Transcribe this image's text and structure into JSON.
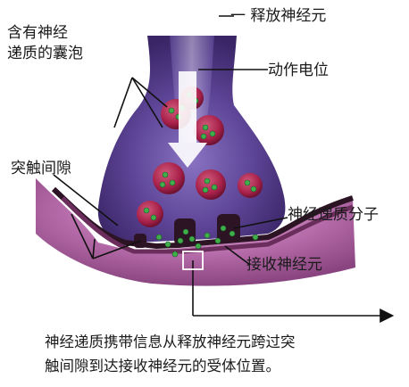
{
  "labels": {
    "vesicles_line1": "含有神经",
    "vesicles_line2": "递质的囊泡",
    "presynaptic": "一  释放神经元",
    "action_potential": "动作电位",
    "synaptic_cleft": "突触间隙",
    "neurotransmitter": "神经递质分子",
    "postsynaptic": "接收神经元"
  },
  "caption": {
    "line1": "神经递质携带信息从释放神经元跨过突",
    "line2": "触间隙到达接收神经元的受体位置。"
  },
  "colors": {
    "axon_purple": "#5b3f8f",
    "vesicle_red": "#a8204a",
    "molecule_green": "#3fae4b",
    "membrane_dark": "#2c1424",
    "postsynaptic_pink": "#b46aa8"
  }
}
